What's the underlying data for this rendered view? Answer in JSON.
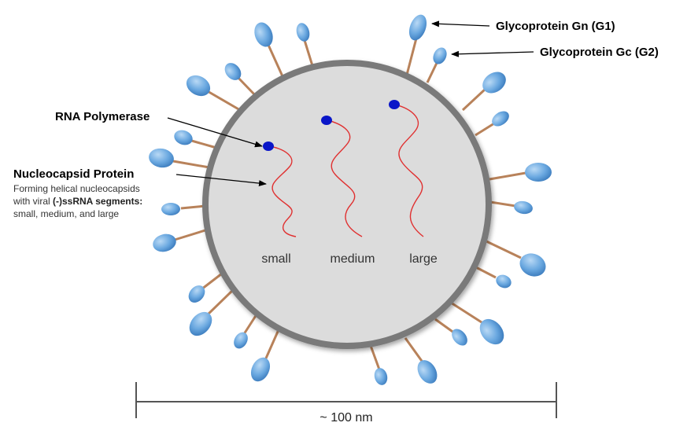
{
  "labels": {
    "gn": "Glycoprotein Gn (G1)",
    "gc": "Glycoprotein Gc (G2)",
    "polymerase": "RNA Polymerase",
    "nucleocapsid_title": "Nucleocapsid Protein",
    "nucleocapsid_desc_line1": "Forming helical nucleocapsids",
    "nucleocapsid_desc_line2_pre": "with viral ",
    "nucleocapsid_desc_line2_bold": "(-)ssRNA segments:",
    "nucleocapsid_desc_line3": "small, medium, and large"
  },
  "segments": {
    "small": "small",
    "medium": "medium",
    "large": "large"
  },
  "scale": {
    "label": "~ 100 nm"
  },
  "colors": {
    "envelope": "#7a7a7a",
    "interior": "#dcdcdc",
    "spike_stalk": "#b8825a",
    "spike_head": "#6aa8e0",
    "rna": "#e03030",
    "polymerase": "#0a16c8"
  }
}
